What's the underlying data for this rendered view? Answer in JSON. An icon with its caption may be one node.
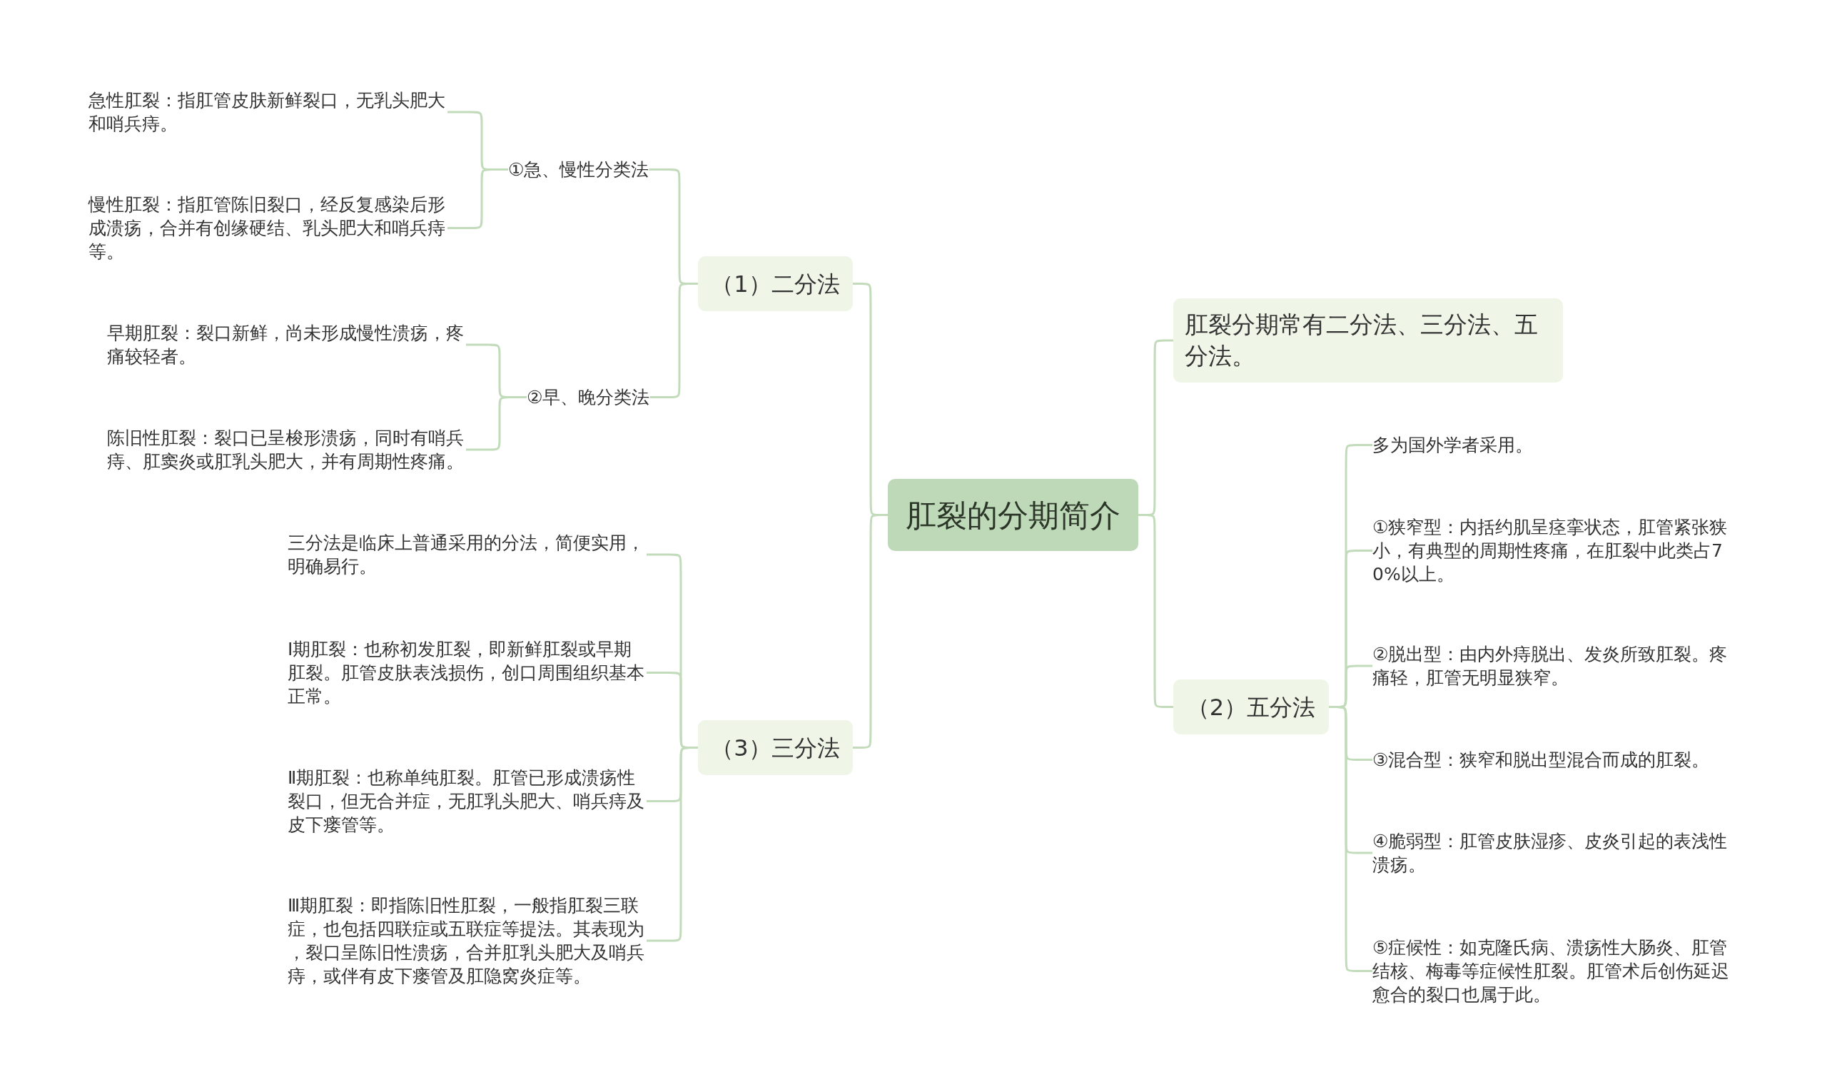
{
  "diagram": {
    "nodes": [
      {
        "text": [
          "肛裂的分期简介"
        ]
      },
      {
        "text": [
          "（1）二分法"
        ]
      },
      {
        "text": [
          "①急、慢性分类法"
        ]
      },
      {
        "text": [
          "急性肛裂：指肛管皮肤新鲜裂口，无乳头肥大和哨兵痔。"
        ]
      },
      {
        "text": [
          "慢性肛裂：指肛管陈旧裂口，经反复感染后形成溃疡，合并有创缘硬结、乳头肥大和哨兵痔等。"
        ]
      },
      {
        "text": [
          "②早、晚分类法"
        ]
      },
      {
        "text": [
          "早期肛裂：裂口新鲜，尚未形成慢性溃疡，疼痛较轻者。"
        ]
      },
      {
        "text": [
          "陈旧性肛裂：裂口已呈梭形溃疡，同时有哨兵痔、肛窦炎或肛乳头肥大，并有周期性疼痛。"
        ]
      },
      {
        "text": [
          "（3）三分法"
        ]
      },
      {
        "text": [
          "三分法是临床上普通采用的分法，简便实用，明确易行。"
        ]
      },
      {
        "text": [
          "Ⅰ期肛裂：也称初发肛裂，即新鲜肛裂或早期肛裂。肛管皮肤表浅损伤，创口周围组织基本正常。"
        ]
      },
      {
        "text": [
          "Ⅱ期肛裂：也称单纯肛裂。肛管已形成溃疡性裂口，但无合并症，无肛乳头肥大、哨兵痔及皮下瘘管等。"
        ]
      },
      {
        "text": [
          "Ⅲ期肛裂：即指陈旧性肛裂，一般指肛裂三联症，也包括四联症或五联症等提法。其表现为，裂口呈陈旧性溃疡，合并肛乳头肥大及哨兵痔，或伴有皮下瘘管及肛隐窝炎症等。"
        ]
      },
      {
        "text": [
          "肛裂分期常有二分法、三分法、五分法。"
        ]
      },
      {
        "text": [
          "（2）五分法"
        ]
      },
      {
        "text": [
          "多为国外学者采用。"
        ]
      },
      {
        "text": [
          "①狭窄型：内括约肌呈痉挛状态，肛管紧张狭小，有典型的周期性疼痛，在肛裂中此类占70%以上。"
        ]
      },
      {
        "text": [
          "②脱出型：由内外痔脱出、发炎所致肛裂。疼痛轻，肛管无明显狭窄。"
        ]
      },
      {
        "text": [
          "③混合型：狭窄和脱出型混合而成的肛裂。"
        ]
      },
      {
        "text": [
          "④脆弱型：肛管皮肤湿疹、皮炎引起的表浅性溃疡。"
        ]
      },
      {
        "text": [
          "⑤症候性：如克隆氏病、溃疡性大肠炎、肛管结核、梅毒等症候性肛裂。肛管术后创伤延迟愈合的裂口也属于此。"
        ]
      }
    ],
    "edges": [
      {
        "from": 0,
        "to": 1,
        "arrow": "none"
      },
      {
        "from": 1,
        "to": 2,
        "arrow": "none"
      },
      {
        "from": 2,
        "to": 3,
        "arrow": "none"
      },
      {
        "from": 2,
        "to": 4,
        "arrow": "none"
      },
      {
        "from": 1,
        "to": 5,
        "arrow": "none"
      },
      {
        "from": 5,
        "to": 6,
        "arrow": "none"
      },
      {
        "from": 5,
        "to": 7,
        "arrow": "none"
      },
      {
        "from": 0,
        "to": 8,
        "arrow": "none"
      },
      {
        "from": 8,
        "to": 9,
        "arrow": "none"
      },
      {
        "from": 8,
        "to": 10,
        "arrow": "none"
      },
      {
        "from": 8,
        "to": 11,
        "arrow": "none"
      },
      {
        "from": 8,
        "to": 12,
        "arrow": "none"
      },
      {
        "from": 0,
        "to": 13,
        "arrow": "none"
      },
      {
        "from": 0,
        "to": 14,
        "arrow": "none"
      },
      {
        "from": 14,
        "to": 15,
        "arrow": "none"
      },
      {
        "from": 14,
        "to": 16,
        "arrow": "none"
      },
      {
        "from": 14,
        "to": 17,
        "arrow": "none"
      },
      {
        "from": 14,
        "to": 18,
        "arrow": "none"
      },
      {
        "from": 14,
        "to": 19,
        "arrow": "none"
      },
      {
        "from": 14,
        "to": 20,
        "arrow": "none"
      }
    ]
  }
}
